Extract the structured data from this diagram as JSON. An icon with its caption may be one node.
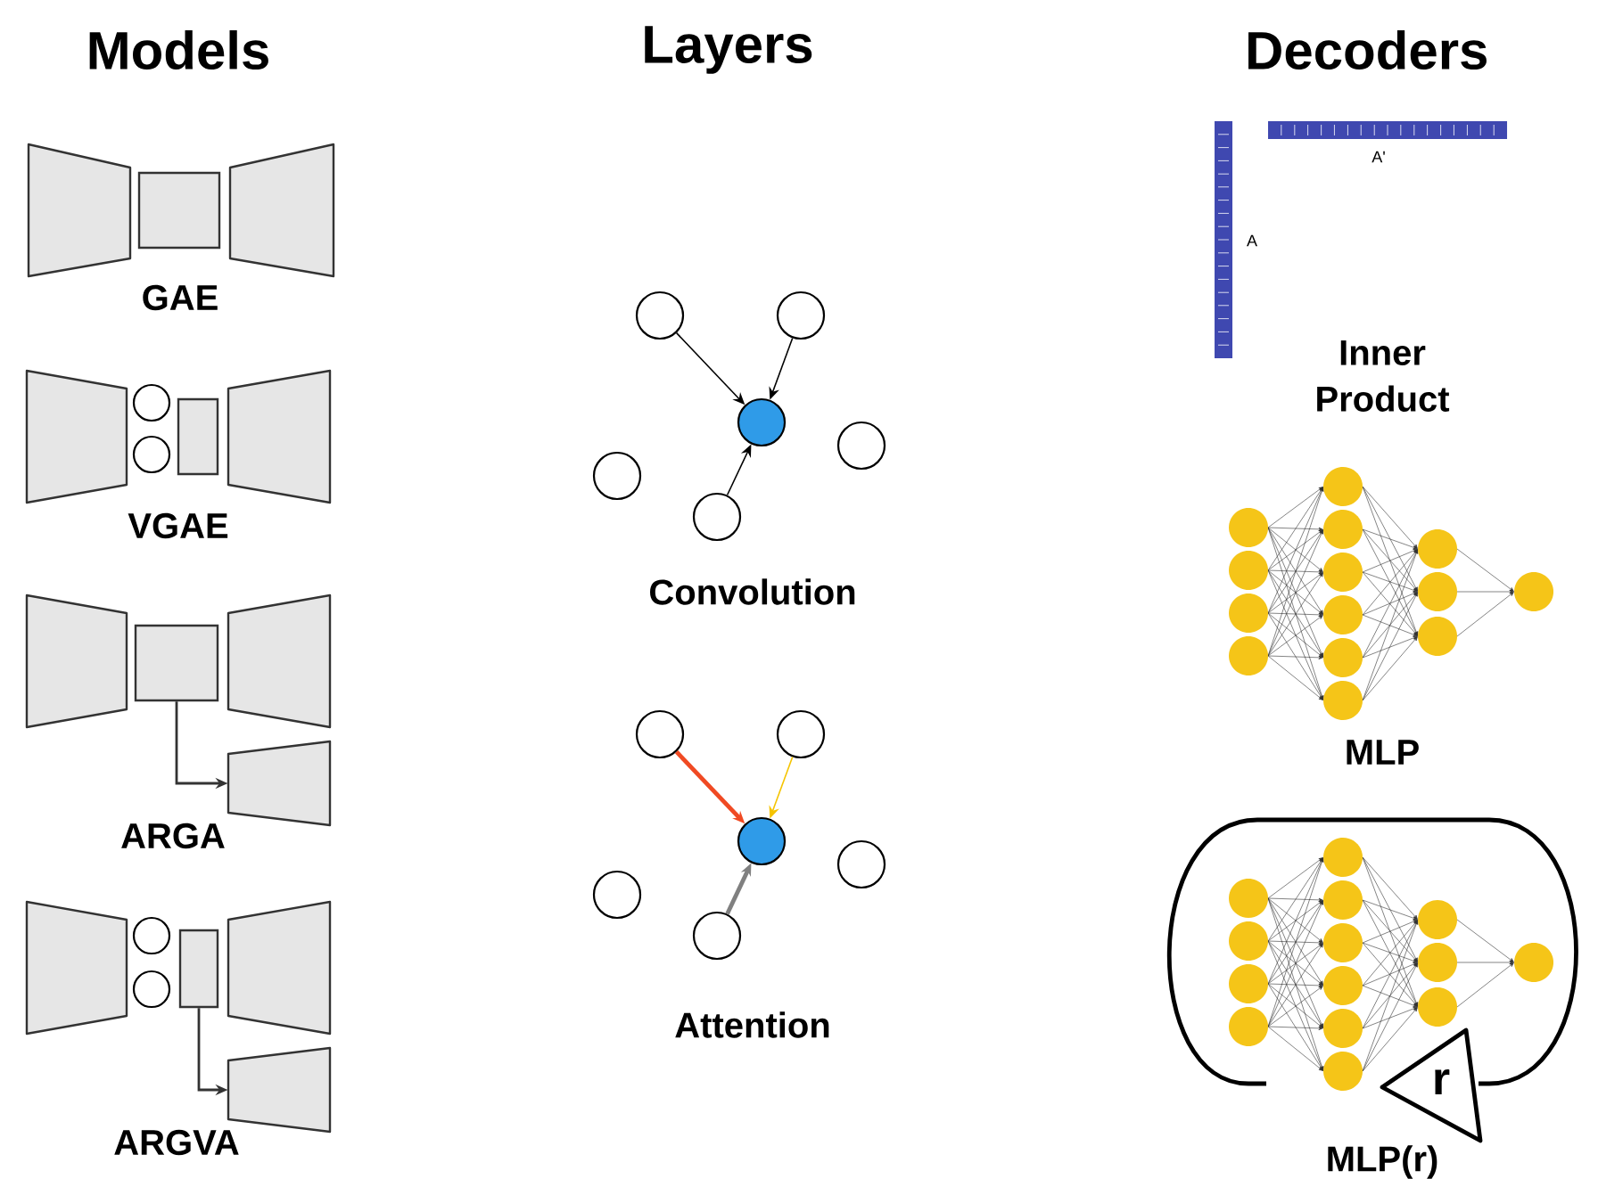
{
  "diagram": {
    "nodes": [
      {
        "text": [],
        "shape": "trapezoid"
      },
      {
        "text": [],
        "shape": "box"
      },
      {
        "text": [],
        "shape": "trapezoid"
      },
      {
        "text": [],
        "shape": "trapezoid"
      },
      {
        "text": [],
        "shape": "circle"
      },
      {
        "text": [],
        "shape": "circle"
      },
      {
        "text": [],
        "shape": "box"
      },
      {
        "text": [],
        "shape": "trapezoid"
      },
      {
        "text": [],
        "shape": "trapezoid"
      },
      {
        "text": [],
        "shape": "box"
      },
      {
        "text": [],
        "shape": "trapezoid"
      },
      {
        "text": [],
        "shape": "trapezoid"
      },
      {
        "text": [],
        "shape": "trapezoid"
      },
      {
        "text": [],
        "shape": "circle"
      },
      {
        "text": [],
        "shape": "circle"
      },
      {
        "text": [],
        "shape": "box"
      },
      {
        "text": [],
        "shape": "trapezoid"
      },
      {
        "text": [],
        "shape": "trapezoid"
      },
      {
        "text": [],
        "shape": "circle"
      },
      {
        "text": [],
        "shape": "circle"
      },
      {
        "text": [],
        "shape": "circle"
      },
      {
        "text": [],
        "shape": "circle"
      },
      {
        "text": [],
        "shape": "circle"
      },
      {
        "text": [],
        "shape": "circle"
      },
      {
        "text": [],
        "shape": "circle"
      },
      {
        "text": [],
        "shape": "circle"
      },
      {
        "text": [],
        "shape": "circle"
      },
      {
        "text": [],
        "shape": "circle"
      },
      {
        "text": [],
        "shape": "circle"
      },
      {
        "text": [],
        "shape": "circle"
      },
      {
        "text": [
          "r"
        ]
      }
    ],
    "edges": [
      {
        "from": 9,
        "to": 11,
        "arrow": "to"
      },
      {
        "from": 15,
        "to": 17,
        "arrow": "to"
      },
      {
        "from": 18,
        "to": 20,
        "arrow": "to"
      },
      {
        "from": 19,
        "to": 20,
        "arrow": "to"
      },
      {
        "from": 23,
        "to": 20,
        "arrow": "to"
      },
      {
        "from": 24,
        "to": 26,
        "arrow": "to",
        "style": "thick",
        "color": "#f04a23"
      },
      {
        "from": 25,
        "to": 26,
        "arrow": "to",
        "color": "#f5c400"
      },
      {
        "from": 29,
        "to": 26,
        "arrow": "to",
        "style": "thick",
        "color": "#808080"
      }
    ],
    "labels": [
      "Models",
      "Layers",
      "Decoders",
      "GAE",
      "VGAE",
      "ARGA",
      "ARGVA",
      "Convolution",
      "Attention",
      "A'",
      "A",
      "Inner Product",
      "MLP",
      "MLP(r)"
    ]
  }
}
